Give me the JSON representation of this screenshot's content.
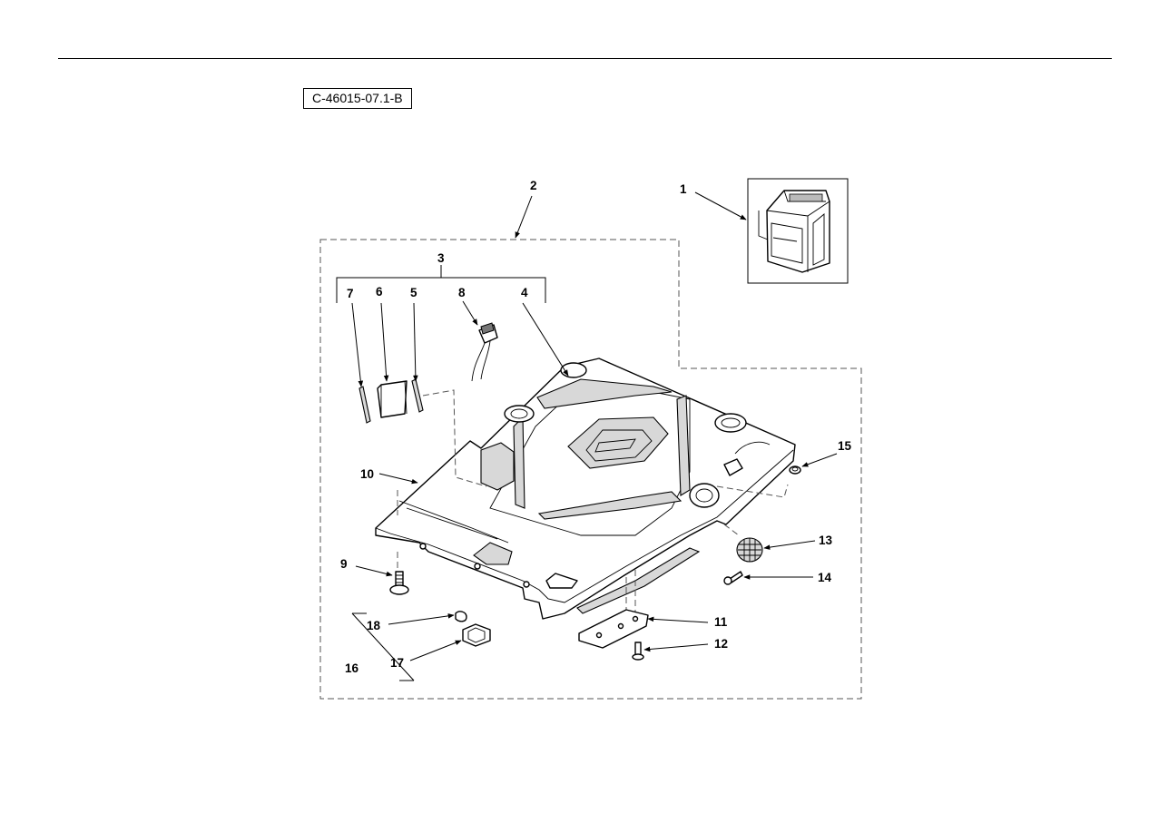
{
  "figure_ref": "C-46015-07.1-B",
  "callouts": {
    "c1": "1",
    "c2": "2",
    "c3": "3",
    "c4": "4",
    "c5": "5",
    "c6": "6",
    "c7": "7",
    "c8": "8",
    "c9": "9",
    "c10": "10",
    "c11": "11",
    "c12": "12",
    "c13": "13",
    "c14": "14",
    "c15": "15",
    "c16": "16",
    "c17": "17",
    "c18": "18"
  },
  "colors": {
    "line": "#000000",
    "dashed_border": "#555555",
    "background": "#ffffff"
  }
}
